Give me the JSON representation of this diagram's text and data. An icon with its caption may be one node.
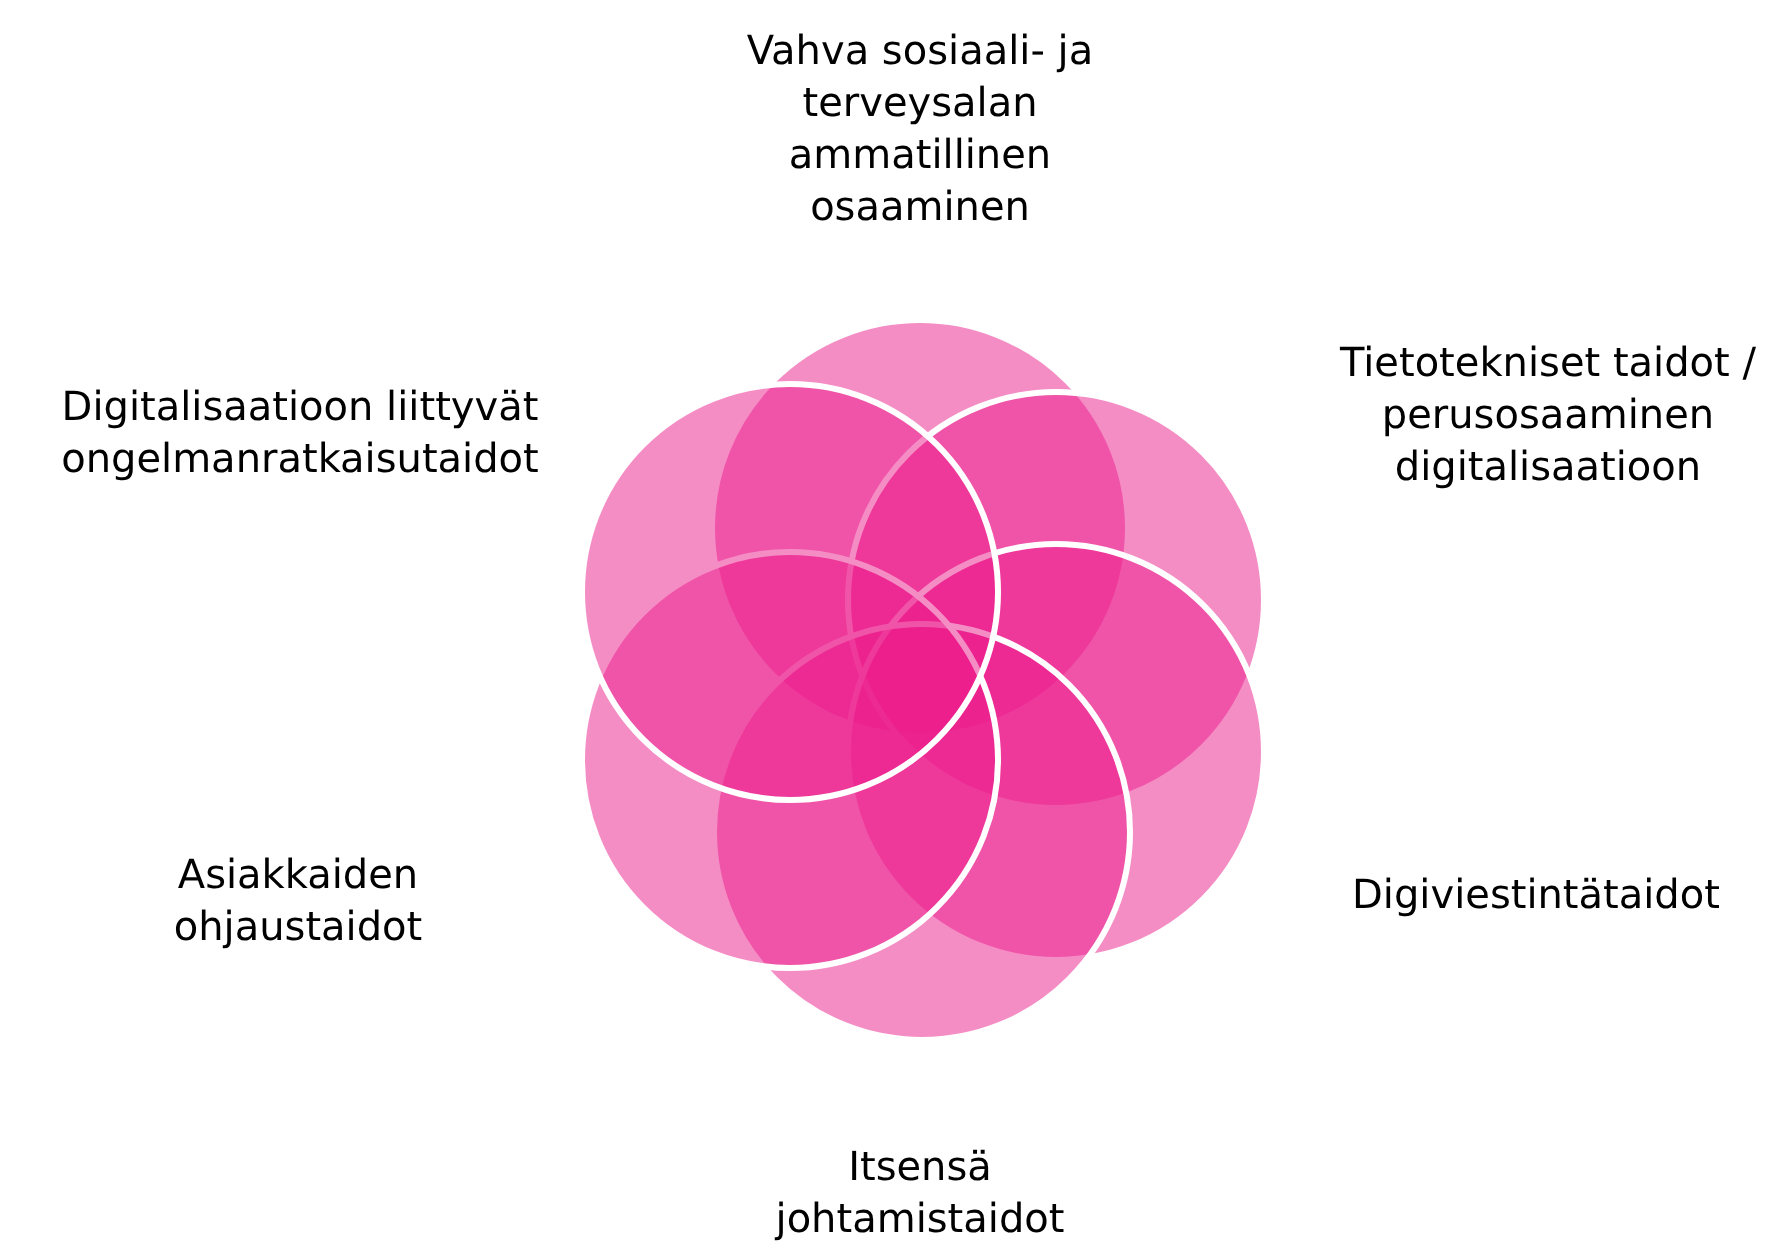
{
  "diagram": {
    "nodes": [
      {
        "text": [
          "Vahva sosiaali- ja terveysalan ammatillinen osaaminen"
        ]
      },
      {
        "text": [
          "Tietotekniset taidot / perusosaaminen digitalisaatioon"
        ]
      },
      {
        "text": [
          "Digiviestintätaidot"
        ]
      },
      {
        "text": [
          "Itsensä johtamistaidot"
        ]
      },
      {
        "text": [
          "Asiakkaiden ohjaustaidot"
        ]
      },
      {
        "text": [
          "Digitalisaatioon liittyvät ongelmanratkaisutaidot"
        ]
      }
    ]
  }
}
